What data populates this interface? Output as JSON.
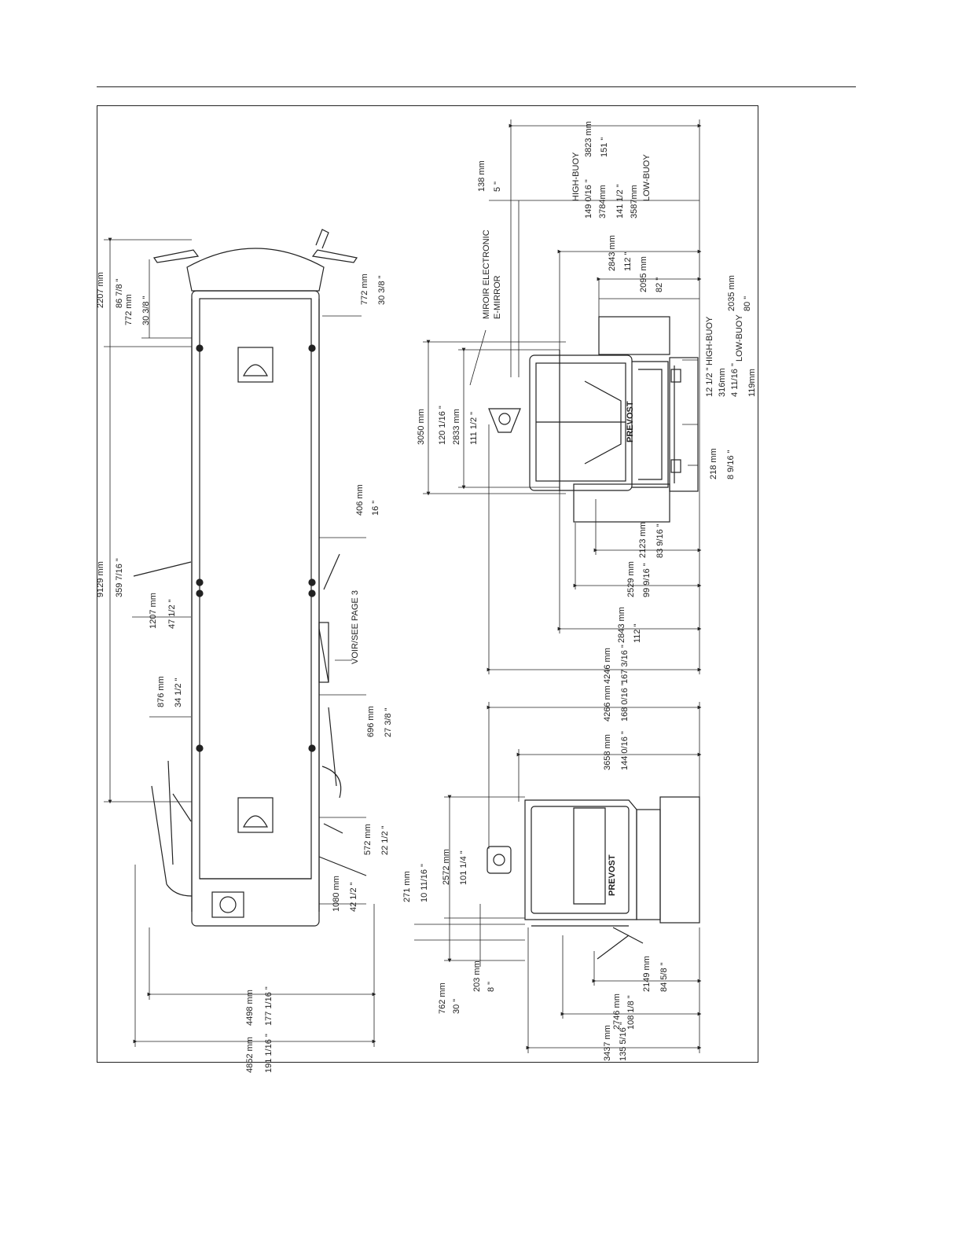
{
  "drawing": {
    "top_view": {
      "overall_length": {
        "mm": "9129 mm",
        "in": "359 7/16 \""
      },
      "front_overhang_top": {
        "mm": "2207 mm",
        "in": "86 7/8 \""
      },
      "front_mirror_left": {
        "mm": "772 mm",
        "in": "30 3/8 \""
      },
      "front_mirror_right": {
        "mm": "772 mm",
        "in": "30 3/8 \""
      },
      "door_panel_left": {
        "mm": "1207 mm",
        "in": "47 1/2 \""
      },
      "rear_panel_left": {
        "mm": "876 mm",
        "in": "34 1/2 \""
      },
      "right_step": {
        "mm": "406 mm",
        "in": "16 \""
      },
      "right_door": {
        "mm": "696 mm",
        "in": "27 3/8 \""
      },
      "right_rear_door": {
        "mm": "572 mm",
        "in": "22 1/2 \""
      },
      "rear_box": {
        "mm": "1080 mm",
        "in": "42 1/2 \""
      },
      "width_inner": {
        "mm": "4498 mm",
        "in": "177 1/16 \""
      },
      "width_outer": {
        "mm": "4852 mm",
        "in": "191 1/16 \""
      },
      "note": "VOIR/SEE PAGE 3"
    },
    "front_view": {
      "overall_height": {
        "mm": "3823 mm",
        "in": "151 \""
      },
      "mirror_offset": {
        "mm": "138 mm",
        "in": "5 \""
      },
      "high_buoy_height": {
        "label": "HIGH-BUOY",
        "in": "149 0/16 \"",
        "mm": "3784mm"
      },
      "low_buoy_height": {
        "label": "LOW-BUOY",
        "in": "141 1/2 \"",
        "mm": "3587mm"
      },
      "roof_height": {
        "mm": "2843 mm",
        "in": "112 \""
      },
      "window_height": {
        "mm": "2095 mm",
        "in": "82 \""
      },
      "bumper_height": {
        "mm": "2035 mm",
        "in": "80 \""
      },
      "mirror_label": [
        "MIROIR ELECTRONIC",
        "E-MIRROR"
      ],
      "mirror_span": {
        "mm": "3050 mm",
        "in": "120 1/16 \""
      },
      "body_width": {
        "mm": "2833 mm",
        "in": "111 1/2 \""
      },
      "clearance_high": {
        "in": "12 1/2 \"",
        "mm": "316mm",
        "label": "HIGH-BUOY"
      },
      "clearance_low": {
        "in": "4 11/16 \"",
        "mm": "119mm",
        "label": "LOW-BUOY"
      },
      "ground_offset": {
        "mm": "218 mm",
        "in": "8 9/16 \""
      },
      "track_width": {
        "mm": "2123 mm",
        "in": "83 9/16 \""
      },
      "axle_width": {
        "mm": "2529 mm",
        "in": "99 9/16 \""
      },
      "outer_width": {
        "mm": "2843 mm",
        "in": "112 \""
      },
      "total_width": {
        "mm": "4246 mm",
        "in": "167 3/16 \""
      }
    },
    "side_view": {
      "overall": {
        "mm": "4266 mm",
        "in": "168 0/16 \""
      },
      "inner": {
        "mm": "3658 mm",
        "in": "144 0/16 \""
      },
      "cab_length": {
        "mm": "2572 mm",
        "in": "101 1/4 \""
      },
      "step_offset": {
        "mm": "271 mm",
        "in": "10 11/16 \""
      },
      "door_pos": {
        "mm": "762 mm",
        "in": "30 \""
      },
      "step_depth": {
        "mm": "203 mm",
        "in": "8 \""
      },
      "rear_a": {
        "mm": "2149 mm",
        "in": "84 5/8 \""
      },
      "rear_b": {
        "mm": "2746 mm",
        "in": "108 1/8 \""
      },
      "rear_c": {
        "mm": "3437 mm",
        "in": "135 5/16 \""
      }
    },
    "brand": "PREVOST"
  }
}
